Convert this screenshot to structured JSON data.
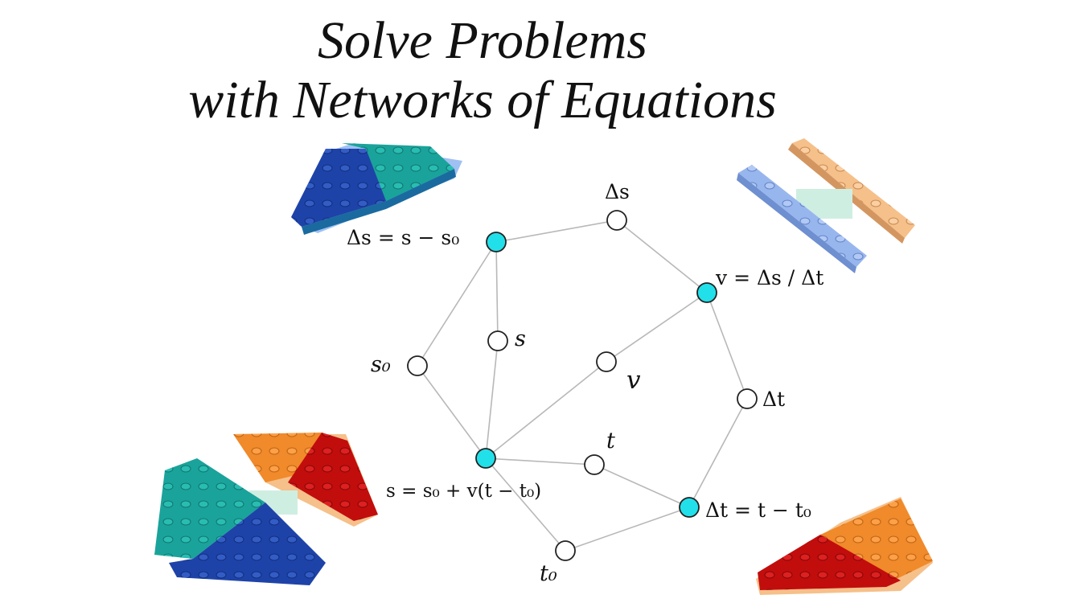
{
  "title": {
    "line1": "Solve Problems",
    "line2": "with Networks of Equations"
  },
  "colors": {
    "equation_node": "#22e0ea",
    "variable_node": "#ffffff",
    "edge": "#b8b8b8",
    "brick_teal": "#1aa39a",
    "brick_blue": "#1e43a8",
    "brick_orange": "#f08a2a",
    "brick_red": "#c20d0d",
    "brick_light_orange": "#f6c08a",
    "brick_light_blue": "#98b6ee",
    "brick_mint": "#cfeee2"
  },
  "network": {
    "equations": {
      "eq_ds": "Δs = s − s₀",
      "eq_v": "v = Δs / Δt",
      "eq_s": "s = s₀ + v(t − t₀)",
      "eq_dt": "Δt = t − t₀"
    },
    "variables": {
      "ds": "Δs",
      "s": "s",
      "s0": "s₀",
      "v": "v",
      "dt": "Δt",
      "t": "t",
      "t0": "t₀"
    },
    "edges": [
      [
        "eq_ds",
        "ds"
      ],
      [
        "eq_ds",
        "s"
      ],
      [
        "eq_ds",
        "s0"
      ],
      [
        "eq_v",
        "ds"
      ],
      [
        "eq_v",
        "v"
      ],
      [
        "eq_v",
        "dt"
      ],
      [
        "eq_s",
        "s"
      ],
      [
        "eq_s",
        "s0"
      ],
      [
        "eq_s",
        "v"
      ],
      [
        "eq_s",
        "t"
      ],
      [
        "eq_s",
        "t0"
      ],
      [
        "eq_dt",
        "dt"
      ],
      [
        "eq_dt",
        "t"
      ],
      [
        "eq_dt",
        "t0"
      ]
    ]
  },
  "decorations": [
    "lego-wedge-plate-top-left",
    "lego-plates-top-right",
    "lego-wedge-pair-bottom-left",
    "lego-wedge-bottom-right"
  ]
}
